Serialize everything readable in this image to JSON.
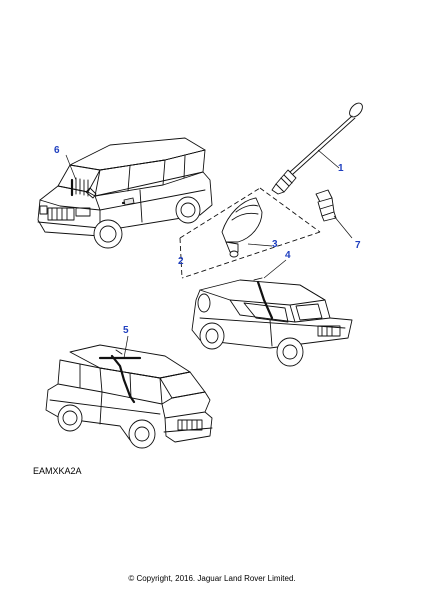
{
  "callouts": {
    "c1": "1",
    "c2": "2",
    "c3": "3",
    "c4": "4",
    "c5": "5",
    "c6": "6",
    "c7": "7"
  },
  "reference_code": "EAMXKA2A",
  "copyright": "© Copyright, 2016. Jaguar Land Rover Limited.",
  "colors": {
    "callout": "#1f3fbf",
    "line": "#111111",
    "background": "#ffffff"
  }
}
